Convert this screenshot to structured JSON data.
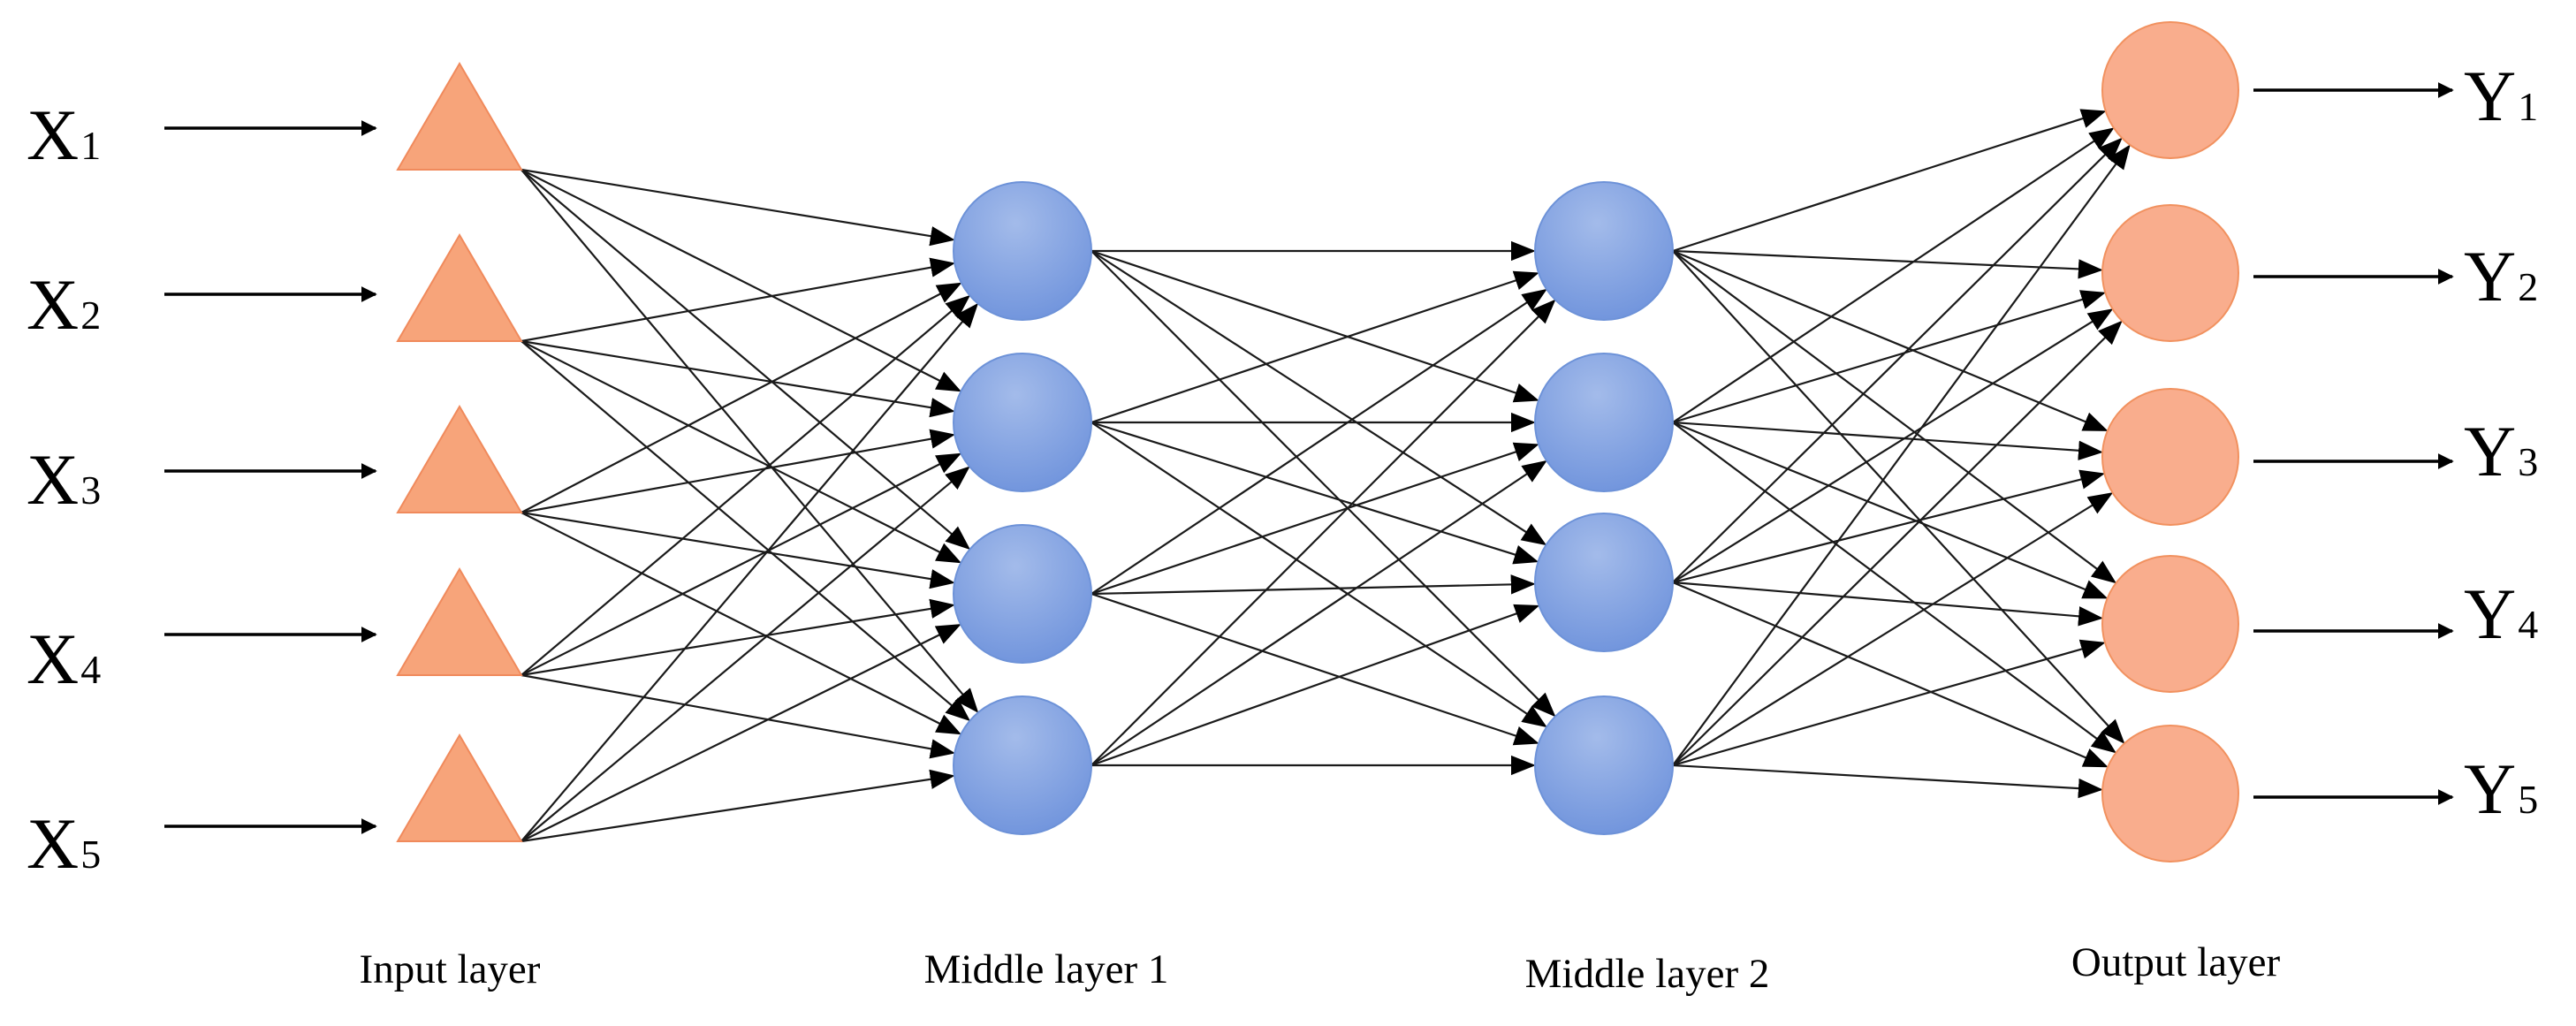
{
  "diagram": {
    "layers": [
      {
        "label": "Input layer",
        "nodes": 5,
        "shape": "triangle",
        "color": "#f7a47a"
      },
      {
        "label": "Middle layer 1",
        "nodes": 4,
        "shape": "circle",
        "color": "#8aa8e2"
      },
      {
        "label": "Middle layer 2",
        "nodes": 4,
        "shape": "circle",
        "color": "#8aa8e2"
      },
      {
        "label": "Output layer",
        "nodes": 5,
        "shape": "circle",
        "color": "#f9ad8d"
      }
    ],
    "inputs": [
      {
        "letter": "X",
        "sub": "1"
      },
      {
        "letter": "X",
        "sub": "2"
      },
      {
        "letter": "X",
        "sub": "3"
      },
      {
        "letter": "X",
        "sub": "4"
      },
      {
        "letter": "X",
        "sub": "5"
      }
    ],
    "outputs": [
      {
        "letter": "Y",
        "sub": "1"
      },
      {
        "letter": "Y",
        "sub": "2"
      },
      {
        "letter": "Y",
        "sub": "3"
      },
      {
        "letter": "Y",
        "sub": "4"
      },
      {
        "letter": "Y",
        "sub": "5"
      }
    ],
    "connectivity": "fully-connected"
  }
}
